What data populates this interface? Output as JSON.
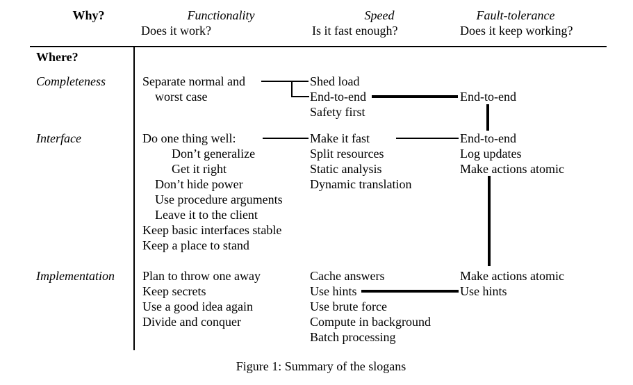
{
  "title_row": {
    "why": "Why?",
    "where": "Where?"
  },
  "columns": [
    {
      "title": "Functionality",
      "question": "Does it work?"
    },
    {
      "title": "Speed",
      "question": "Is it fast enough?"
    },
    {
      "title": "Fault-tolerance",
      "question": "Does it keep working?"
    }
  ],
  "sections": [
    {
      "label": "Completeness",
      "functionality": [
        {
          "text": "Separate normal and",
          "row": 0,
          "indent": 0
        },
        {
          "text": "worst case",
          "row": 1,
          "indent": 1
        }
      ],
      "speed": [
        {
          "text": "Shed load",
          "row": 0,
          "indent": 0
        },
        {
          "text": "End-to-end",
          "row": 1,
          "indent": 0
        },
        {
          "text": "Safety first",
          "row": 2,
          "indent": 0
        }
      ],
      "fault_tolerance": [
        {
          "text": "End-to-end",
          "row": 1,
          "indent": 0
        }
      ]
    },
    {
      "label": "Interface",
      "functionality": [
        {
          "text": "Do one thing well:",
          "row": 0,
          "indent": 0
        },
        {
          "text": "Don’t generalize",
          "row": 1,
          "indent": 2
        },
        {
          "text": "Get it right",
          "row": 2,
          "indent": 2
        },
        {
          "text": "Don’t hide power",
          "row": 3,
          "indent": 1
        },
        {
          "text": "Use procedure arguments",
          "row": 4,
          "indent": 1
        },
        {
          "text": "Leave it to the client",
          "row": 5,
          "indent": 1
        },
        {
          "text": "Keep basic interfaces stable",
          "row": 6,
          "indent": 0
        },
        {
          "text": "Keep a place to stand",
          "row": 7,
          "indent": 0
        }
      ],
      "speed": [
        {
          "text": "Make it fast",
          "row": 0,
          "indent": 0
        },
        {
          "text": "Split resources",
          "row": 1,
          "indent": 0
        },
        {
          "text": "Static analysis",
          "row": 2,
          "indent": 0
        },
        {
          "text": "Dynamic translation",
          "row": 3,
          "indent": 0
        }
      ],
      "fault_tolerance": [
        {
          "text": "End-to-end",
          "row": 0,
          "indent": 0
        },
        {
          "text": "Log updates",
          "row": 1,
          "indent": 0
        },
        {
          "text": "Make actions atomic",
          "row": 2,
          "indent": 0
        }
      ]
    },
    {
      "label": "Implementation",
      "functionality": [
        {
          "text": "Plan to throw one away",
          "row": 0,
          "indent": 0
        },
        {
          "text": "Keep secrets",
          "row": 1,
          "indent": 0
        },
        {
          "text": "Use a good idea again",
          "row": 2,
          "indent": 0
        },
        {
          "text": "Divide and conquer",
          "row": 3,
          "indent": 0
        }
      ],
      "speed": [
        {
          "text": "Cache answers",
          "row": 0,
          "indent": 0
        },
        {
          "text": "Use hints",
          "row": 1,
          "indent": 0
        },
        {
          "text": "Use brute force",
          "row": 2,
          "indent": 0
        },
        {
          "text": "Compute in background",
          "row": 3,
          "indent": 0
        },
        {
          "text": "Batch processing",
          "row": 4,
          "indent": 0
        }
      ],
      "fault_tolerance": [
        {
          "text": "Make actions atomic",
          "row": 0,
          "indent": 0
        },
        {
          "text": "Use hints",
          "row": 1,
          "indent": 0
        }
      ]
    }
  ],
  "connections": [
    {
      "from": "Separate normal and worst case",
      "to": "Shed load",
      "style": "thin"
    },
    {
      "from": "Separate normal and worst case",
      "to": "End-to-end (Speed, Completeness)",
      "style": "thin"
    },
    {
      "from": "End-to-end (Speed, Completeness)",
      "to": "End-to-end (Fault-tolerance, Completeness)",
      "style": "thick"
    },
    {
      "from": "End-to-end (Fault-tolerance, Completeness)",
      "to": "End-to-end (Fault-tolerance, Interface)",
      "style": "thick"
    },
    {
      "from": "Do one thing well:",
      "to": "Make it fast",
      "style": "thin"
    },
    {
      "from": "Make it fast",
      "to": "End-to-end (Fault-tolerance, Interface)",
      "style": "thin"
    },
    {
      "from": "Make actions atomic (Fault-tolerance, Interface)",
      "to": "Make actions atomic (Fault-tolerance, Implementation)",
      "style": "thick"
    },
    {
      "from": "Use hints (Speed)",
      "to": "Use hints (Fault-tolerance)",
      "style": "thick"
    }
  ],
  "caption": "Figure 1: Summary of the slogans",
  "colors": {
    "text": "#000000",
    "background": "#ffffff",
    "line": "#000000"
  }
}
